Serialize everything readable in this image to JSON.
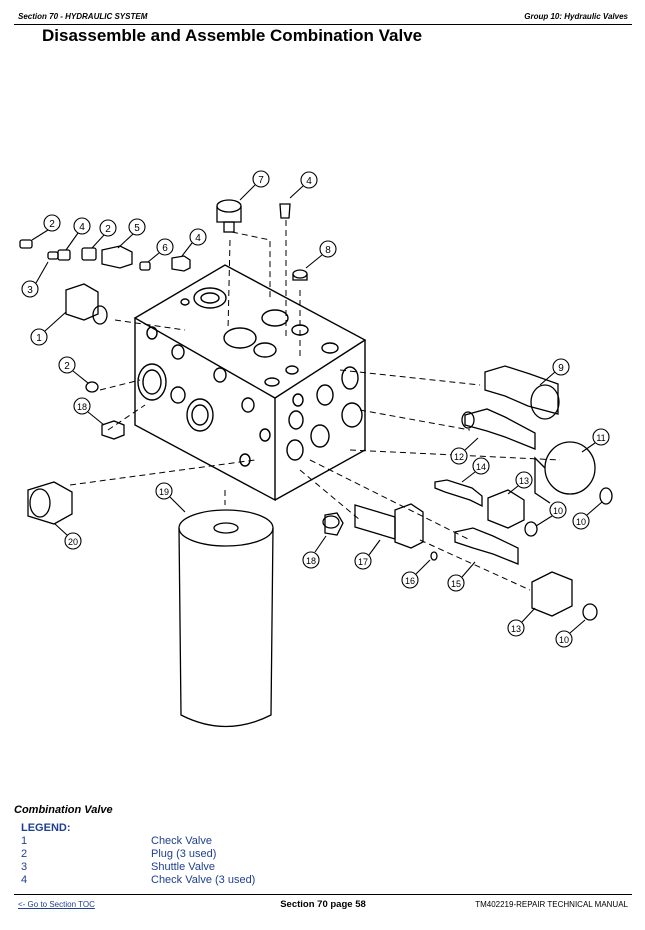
{
  "header": {
    "section": "Section 70 - HYDRAULIC SYSTEM",
    "group": "Group 10: Hydraulic Valves"
  },
  "page_title": "Disassemble and Assemble Combination Valve",
  "figure": {
    "callouts": [
      "7",
      "4",
      "2",
      "4",
      "2",
      "5",
      "6",
      "4",
      "8",
      "3",
      "1",
      "2",
      "18",
      "9",
      "12",
      "11",
      "14",
      "13",
      "10",
      "10",
      "20",
      "19",
      "18",
      "17",
      "16",
      "15",
      "13",
      "10"
    ]
  },
  "caption": "Combination Valve",
  "legend": {
    "title": "LEGEND:",
    "items": [
      {
        "num": "1",
        "desc": "Check Valve"
      },
      {
        "num": "2",
        "desc": "Plug (3 used)"
      },
      {
        "num": "3",
        "desc": "Shuttle Valve"
      },
      {
        "num": "4",
        "desc": "Check Valve (3 used)"
      }
    ]
  },
  "footer": {
    "toc_link": "<- Go to Section TOC",
    "page": "Section 70 page 58",
    "manual": "TM402219-REPAIR TECHNICAL MANUAL"
  },
  "colors": {
    "link": "#1f3f8f"
  }
}
